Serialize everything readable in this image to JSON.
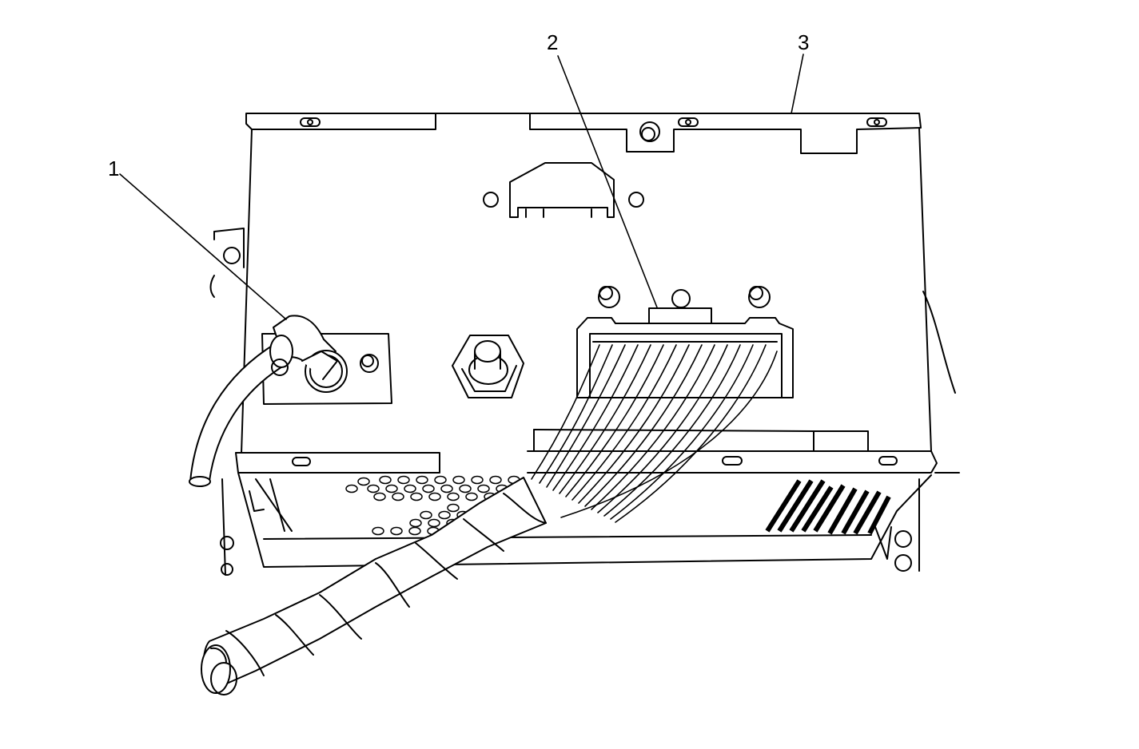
{
  "diagram": {
    "callouts": [
      {
        "id": "1",
        "label": "1"
      },
      {
        "id": "2",
        "label": "2"
      },
      {
        "id": "3",
        "label": "3"
      }
    ],
    "colors": {
      "line": "#000000",
      "fill": "#ffffff"
    }
  }
}
